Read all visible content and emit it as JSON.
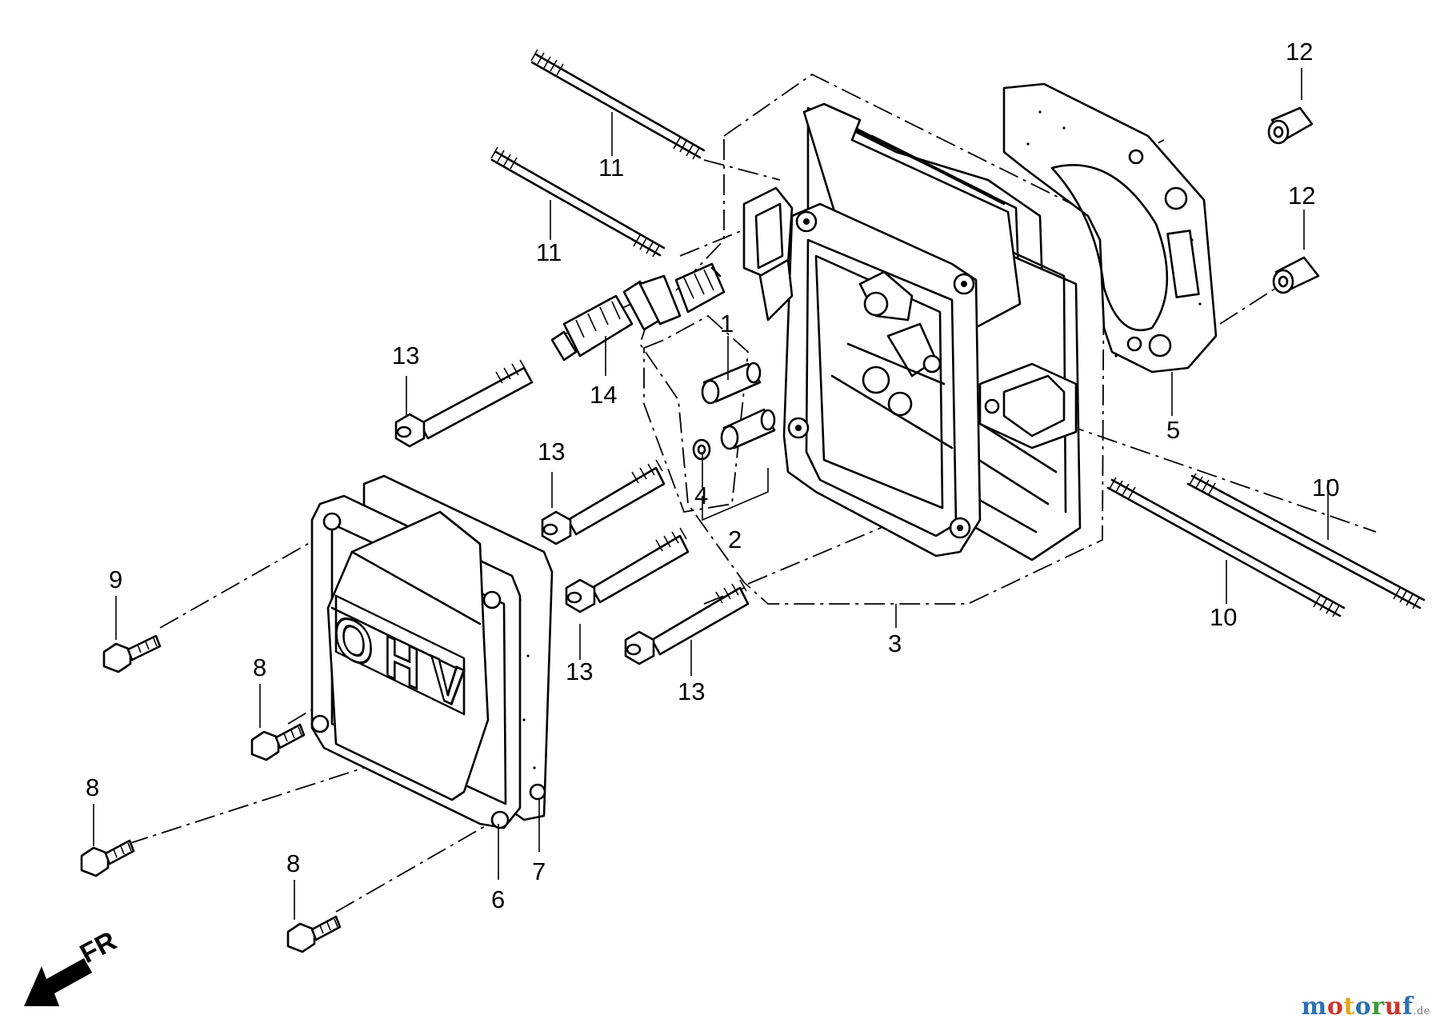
{
  "diagram": {
    "callouts": {
      "c1": "1",
      "c2": "2",
      "c3": "3",
      "c4": "4",
      "c5": "5",
      "c6": "6",
      "c7": "7",
      "c8a": "8",
      "c8b": "8",
      "c8c": "8",
      "c9": "9",
      "c10a": "10",
      "c10b": "10",
      "c11a": "11",
      "c11b": "11",
      "c12a": "12",
      "c12b": "12",
      "c13a": "13",
      "c13b": "13",
      "c13c": "13",
      "c13d": "13",
      "c14": "14"
    },
    "cover_embossing": "OHV",
    "direction_label": "FR"
  },
  "watermark": {
    "text": "motoruf",
    "tld": ".de",
    "colors": [
      "#2e6fb3",
      "#d0342c",
      "#e7a20f",
      "#2e6fb3",
      "#3b9a3b",
      "#d0342c",
      "#2e6fb3"
    ]
  }
}
